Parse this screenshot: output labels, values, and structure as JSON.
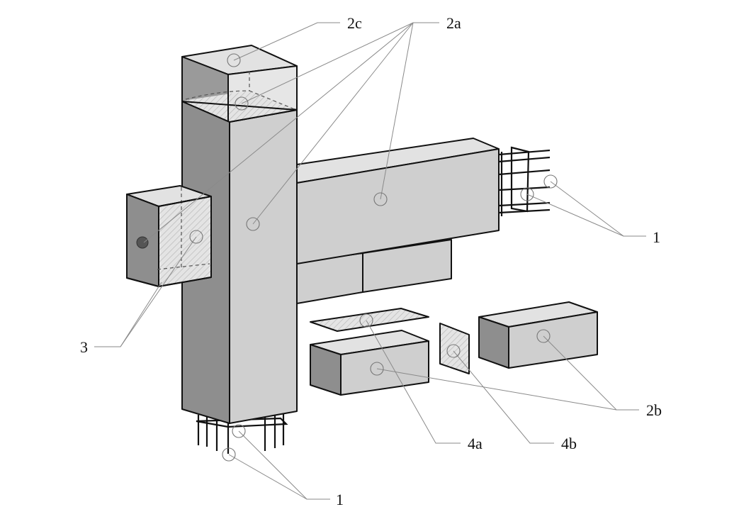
{
  "labels": {
    "rebar_bottom": "1",
    "rebar_right": "1",
    "beam_top": "2a",
    "blocks": "2b",
    "column_cap": "2c",
    "small_block": "3",
    "sheet_a": "4a",
    "sheet_b": "4b"
  },
  "colors": {
    "concrete_light": "#cfcfcf",
    "concrete_dark": "#8e8e8e",
    "concrete_top": "#e2e2e2",
    "hatch": "#b9b9b9",
    "edge": "#111111",
    "leader": "#8a8a8a"
  }
}
